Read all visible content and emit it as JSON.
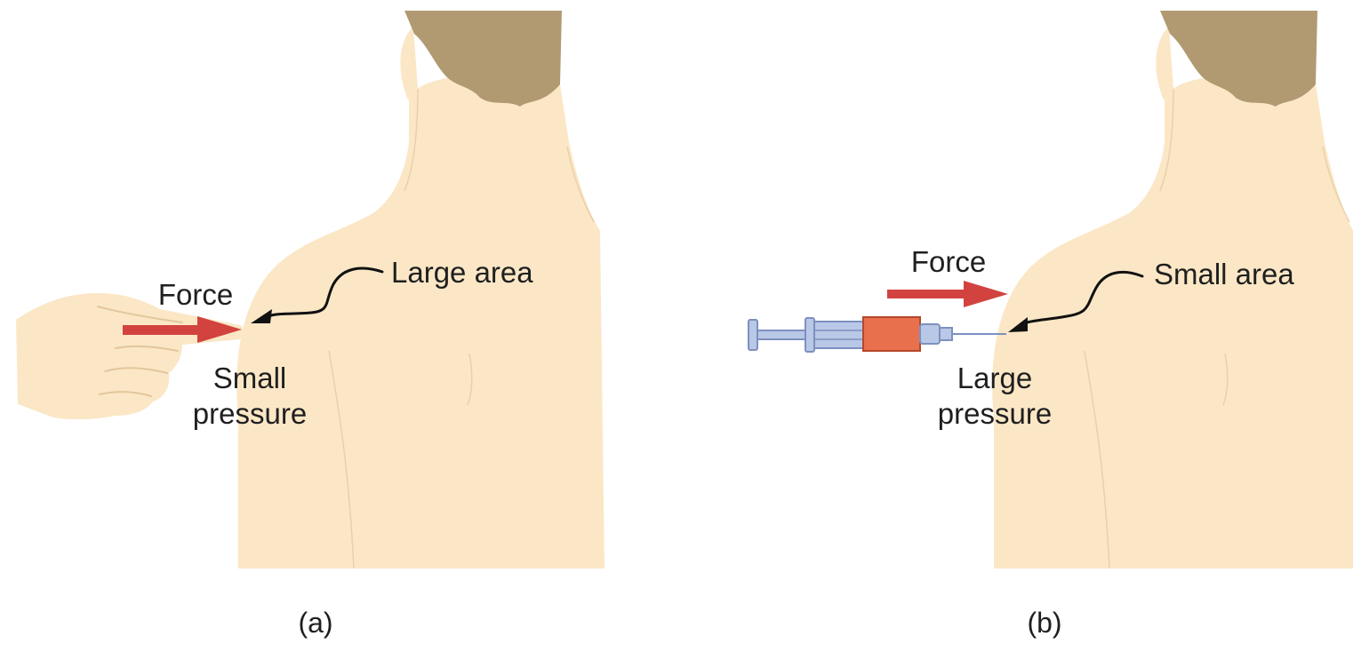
{
  "colors": {
    "skin": "#fbe7c6",
    "skin_outline": "#e3c69c",
    "hair": "#b19a72",
    "arrow": "#d2433f",
    "syringe_body": "#b8c8e6",
    "syringe_outline": "#7d90c0",
    "syringe_fluid": "#e9704c",
    "pointer": "#111111"
  },
  "panel_a": {
    "force_label": "Force",
    "area_label": "Large area",
    "pressure_label_line1": "Small",
    "pressure_label_line2": "pressure",
    "caption": "(a)"
  },
  "panel_b": {
    "force_label": "Force",
    "area_label": "Small area",
    "pressure_label_line1": "Large",
    "pressure_label_line2": "pressure",
    "caption": "(b)"
  }
}
